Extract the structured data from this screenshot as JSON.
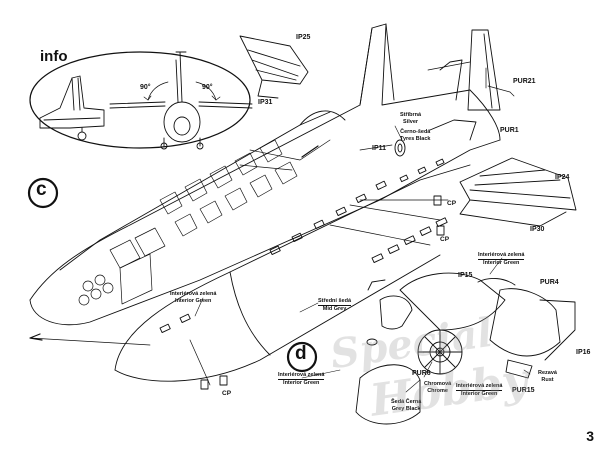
{
  "labels": {
    "info": "info",
    "angle_left": "90°",
    "angle_right": "90°",
    "section_c": "c",
    "section_d": "d",
    "page_number": "3",
    "ip25": "IP25",
    "ip31": "IP31",
    "pur21": "PUR21",
    "pur1": "PUR1",
    "ip11": "IP11",
    "ip24": "IP24",
    "ip30": "IP30",
    "ip15": "IP15",
    "pur4": "PUR4",
    "ip16": "IP16",
    "pur6": "PUR6",
    "pur15": "PUR15",
    "cp": "CP"
  },
  "callouts": {
    "silver_cz": "Stříbrná",
    "silver_en": "Silver",
    "tyres_cz": "Černo-šedá",
    "tyres_en": "Tyres Black",
    "interior_top_cz": "Interiérová zelená",
    "interior_top_en": "Interior Green",
    "interior_mid_cz": "Interiérová zelená",
    "interior_mid_en": "Interior Green",
    "midgrey_cz": "Střední šedá",
    "midgrey_en": "Mid Grey",
    "interior_left_cz": "Interiérová zelená",
    "interior_left_en": "Interior Green",
    "chrome_cz": "Chromová",
    "chrome_en": "Chrome",
    "grey_black_cz": "Šedá  Černá",
    "grey_black_en": "Grey  Black",
    "interior_right_cz": "Interiérová zelená",
    "interior_right_en": "Interior Green",
    "rust_cz": "Rezavá",
    "rust_en": "Rust"
  },
  "watermark": {
    "line1": "Special",
    "line2": "Hobby"
  },
  "colors": {
    "ink": "#111111",
    "paper": "#ffffff",
    "watermark": "#969696"
  }
}
